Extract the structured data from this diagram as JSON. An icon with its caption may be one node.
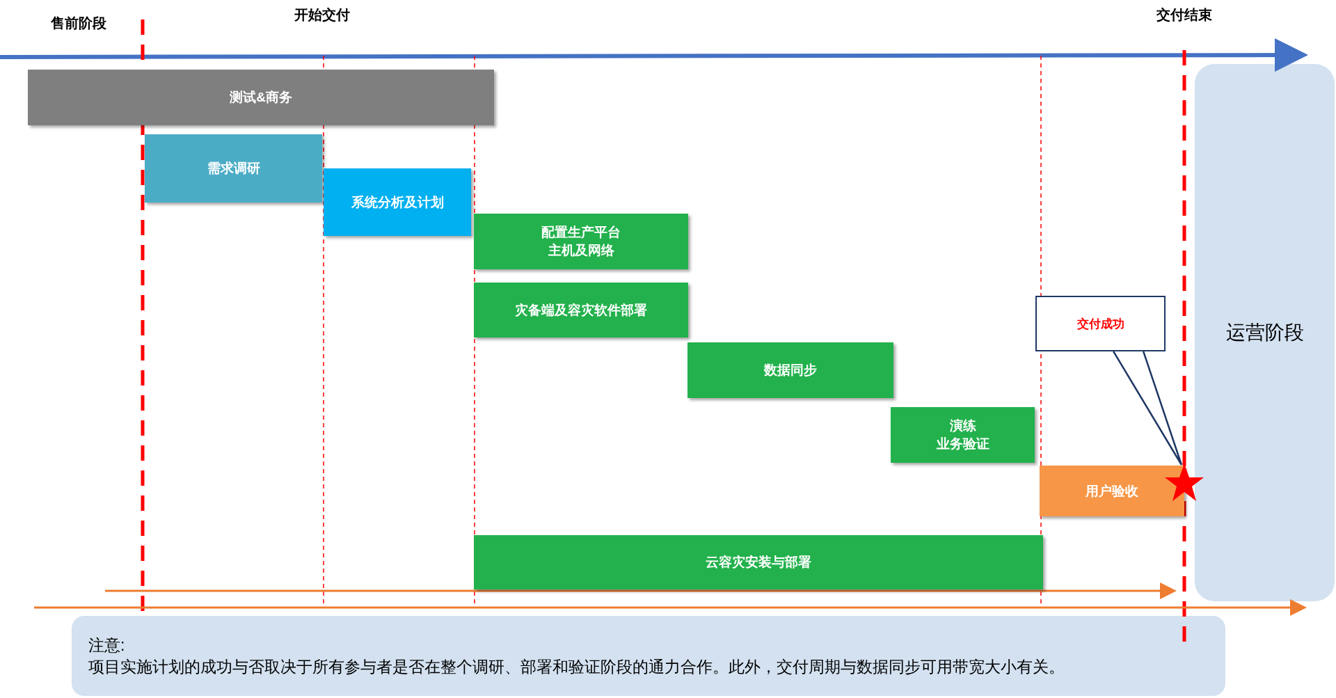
{
  "diagram": {
    "nodes": [
      {
        "text": [
          "测试&商务"
        ]
      },
      {
        "text": [
          "需求调研"
        ]
      },
      {
        "text": [
          "系统分析及计划"
        ]
      },
      {
        "text": [
          "配置生产平台",
          "主机及网络"
        ]
      },
      {
        "text": [
          "灾备端及容灾软件部署"
        ]
      },
      {
        "text": [
          "数据同步"
        ]
      },
      {
        "text": [
          "演练",
          "业务验证"
        ]
      },
      {
        "text": [
          "用户验收"
        ]
      },
      {
        "text": [
          "云容灾安装与部署"
        ]
      },
      {
        "text": [
          "交付成功"
        ]
      },
      {
        "text": [],
        "shape": "star"
      },
      {
        "text": [
          "运营阶段"
        ]
      },
      {
        "text": [
          "注意:",
          "项目实施计划的成功与否取决于所有参与者是否在整个调研、部署和验证阶段的通力合作。此外，交付周期与数据同步可用带宽大小有关。"
        ]
      }
    ],
    "edges": [
      {
        "from": 9,
        "to": 10,
        "arrow": "none"
      }
    ],
    "labels": [
      "售前阶段",
      "开始交付",
      "交付结束"
    ]
  }
}
